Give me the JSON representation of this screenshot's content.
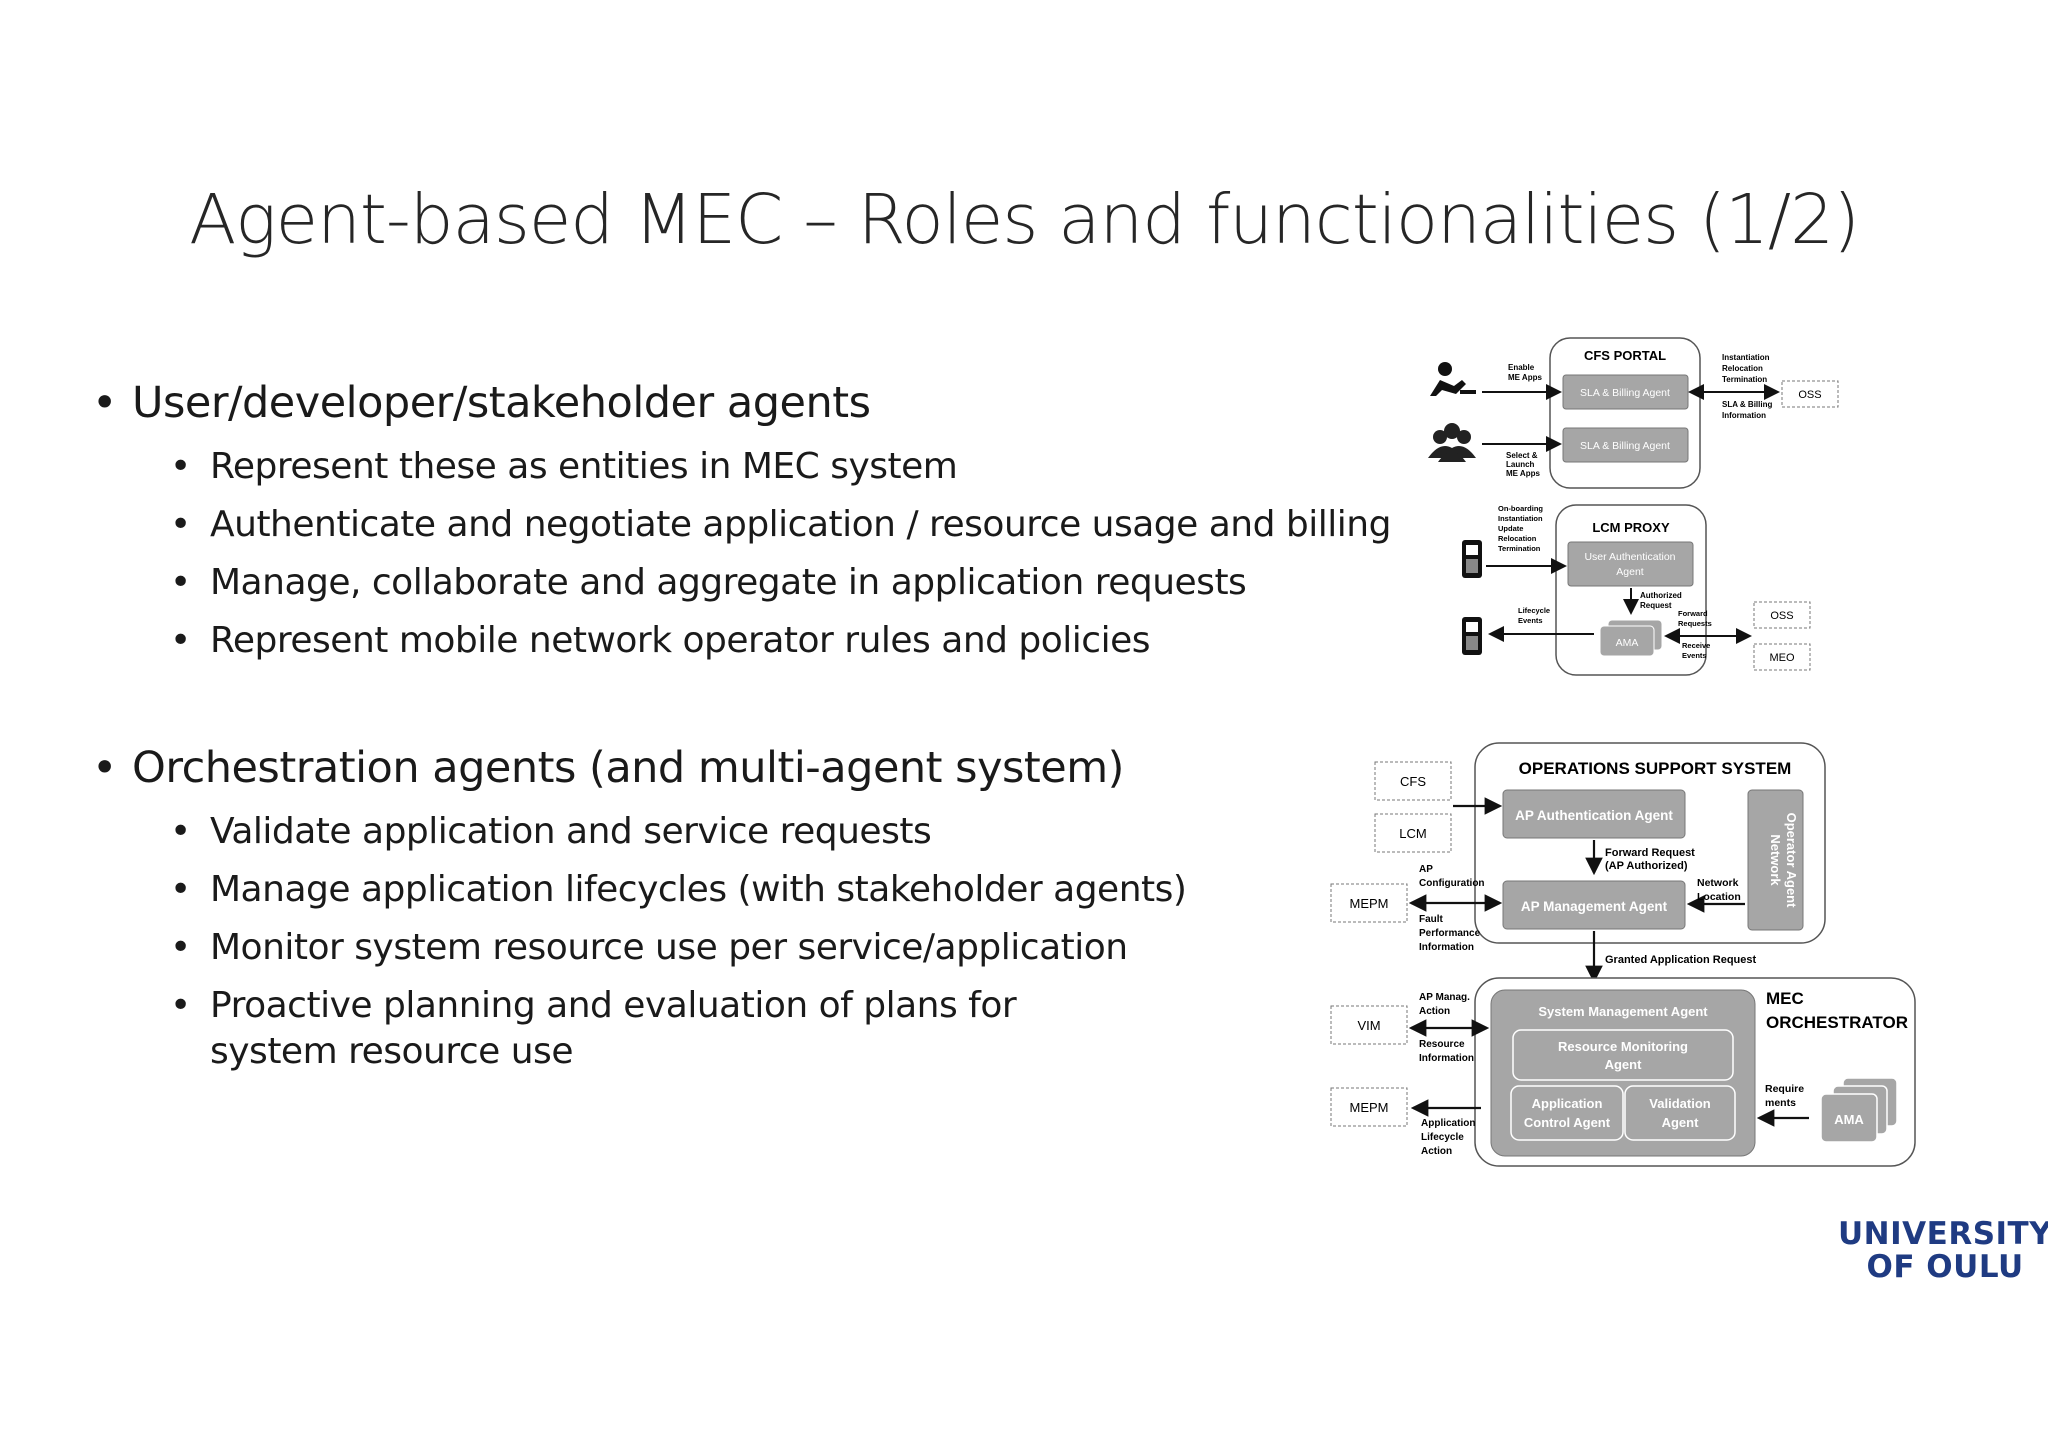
{
  "title": "Agent-based MEC – Roles and functionalities (1/2)",
  "sections": [
    {
      "heading": "User/developer/stakeholder agents",
      "items": [
        "Represent these as entities in MEC system",
        "Authenticate and negotiate application / resource usage and billing",
        "Manage, collaborate and aggregate in application requests",
        "Represent mobile network operator rules and policies"
      ]
    },
    {
      "heading": "Orchestration agents (and multi-agent system)",
      "items": [
        "Validate application and service requests",
        "Manage application lifecycles (with stakeholder agents)",
        "Monitor system resource use per service/application",
        "Proactive planning and evaluation of plans for system resource use"
      ]
    }
  ],
  "diagram1": {
    "cfs_portal": "CFS PORTAL",
    "sla_agent_1": "SLA & Billing Agent",
    "sla_agent_2": "SLA & Billing Agent",
    "enable_1": "Enable",
    "enable_2": "ME Apps",
    "select_1": "Select &",
    "select_2": "Launch",
    "select_3": "ME Apps",
    "inst_1": "Instantiation",
    "inst_2": "Relocation",
    "inst_3": "Termination",
    "sla_info_1": "SLA & Billing",
    "sla_info_2": "Information",
    "oss": "OSS",
    "lcm_proxy": "LCM PROXY",
    "ua_agent_1": "User Authentication",
    "ua_agent_2": "Agent",
    "onb_1": "On-boarding",
    "onb_2": "Instantiation",
    "onb_3": "Update",
    "onb_4": "Relocation",
    "onb_5": "Termination",
    "auth_req_1": "Authorized",
    "auth_req_2": "Request",
    "lifecycle_1": "Lifecycle",
    "lifecycle_2": "Events",
    "ama": "AMA",
    "fwd_1": "Forward",
    "fwd_2": "Requests",
    "recv_1": "Receive",
    "recv_2": "Events",
    "oss2": "OSS",
    "meo": "MEO"
  },
  "diagram2": {
    "oss_title": "OPERATIONS SUPPORT SYSTEM",
    "cfs": "CFS",
    "lcm": "LCM",
    "mepm": "MEPM",
    "ap_auth_agent": "AP Authentication Agent",
    "fwd_req_1": "Forward Request",
    "fwd_req_2": "(AP Authorized)",
    "ap_mgmt_agent": "AP Management Agent",
    "net_op_1": "Network",
    "net_op_2": "Operator Agent",
    "ap_cfg_1": "AP",
    "ap_cfg_2": "Configuration",
    "fault_1": "Fault",
    "fault_2": "Performance",
    "fault_3": "Information",
    "net_loc_1": "Network",
    "net_loc_2": "Location",
    "granted": "Granted Application Request",
    "vim": "VIM",
    "mepm2": "MEPM",
    "ap_manag_1": "AP Manag.",
    "ap_manag_2": "Action",
    "res_info_1": "Resource",
    "res_info_2": "Information",
    "app_lc_1": "Application",
    "app_lc_2": "Lifecycle",
    "app_lc_3": "Action",
    "sys_mgmt": "System Management Agent",
    "res_mon_1": "Resource Monitoring",
    "res_mon_2": "Agent",
    "app_ctrl_1": "Application",
    "app_ctrl_2": "Control Agent",
    "valid_1": "Validation",
    "valid_2": "Agent",
    "mec_1": "MEC",
    "mec_2": "ORCHESTRATOR",
    "req_1": "Require",
    "req_2": "ments",
    "ama": "AMA"
  },
  "logo": {
    "line1": "UNIVERSITY",
    "line2": "OF OULU",
    "color": "#1f3b82"
  },
  "colors": {
    "agent_box": "#a6a6a6",
    "text": "#1a1a1a"
  }
}
